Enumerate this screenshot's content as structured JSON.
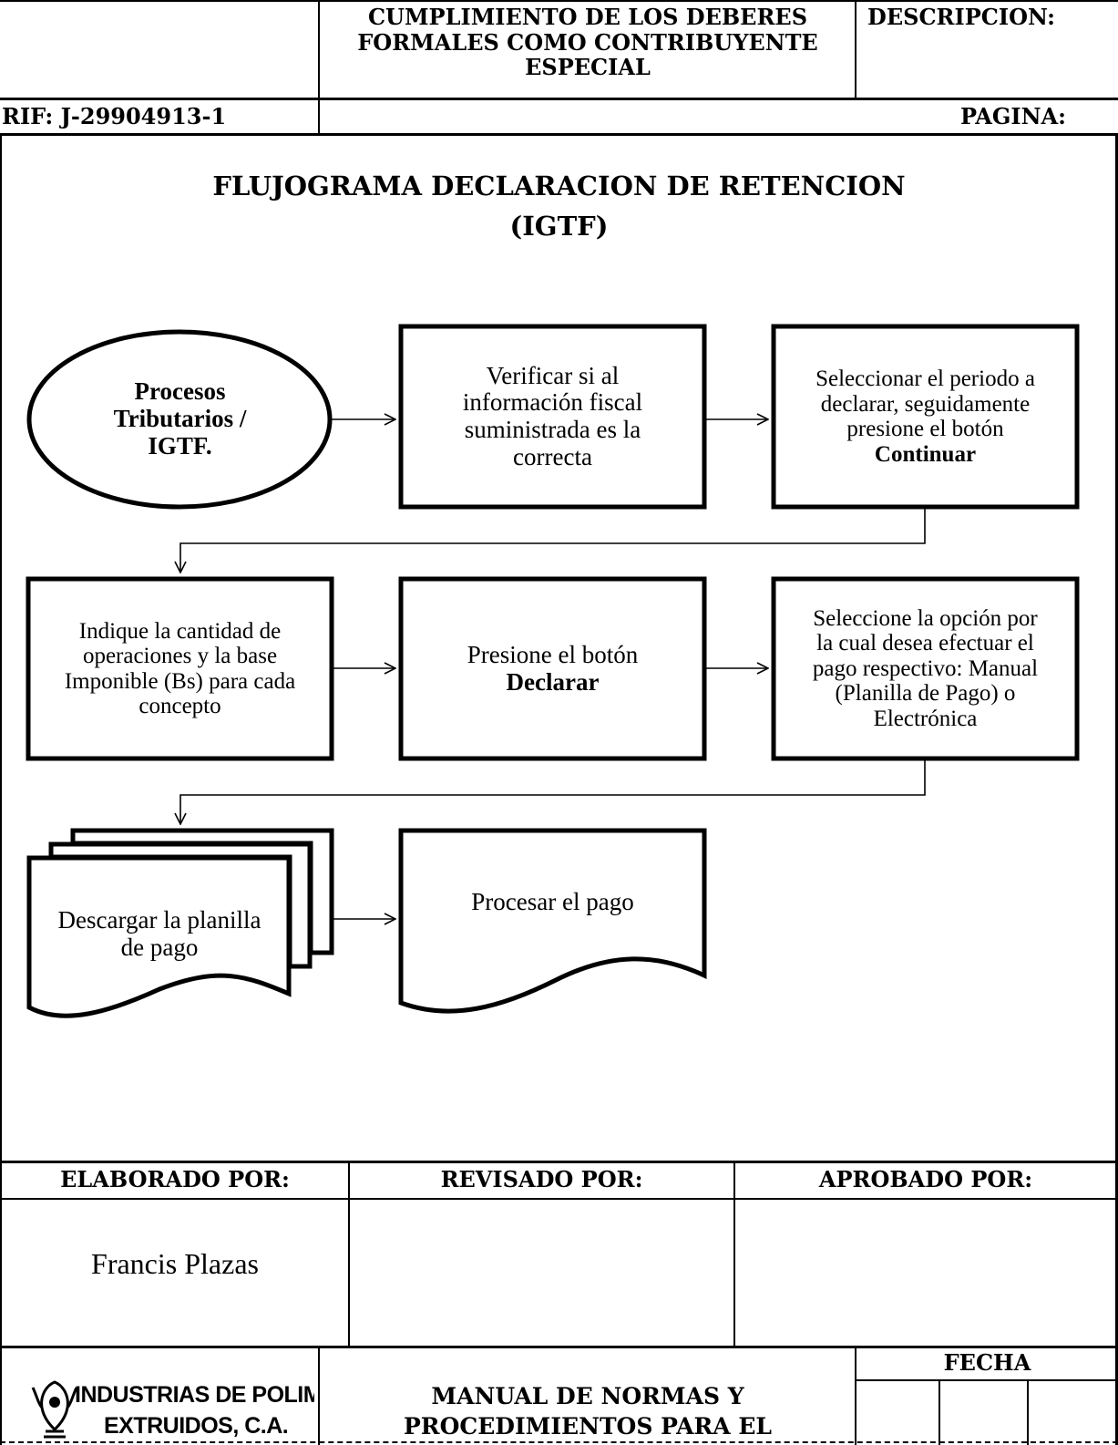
{
  "header": {
    "title_lines": [
      "CUMPLIMIENTO DE LOS DEBERES",
      "FORMALES COMO CONTRIBUYENTE",
      "ESPECIAL"
    ],
    "descripcion_label": "DESCRIPCION:",
    "rif": "RIF: J-29904913-1",
    "pagina_label": "PAGINA:"
  },
  "title": {
    "line1": "FLUJOGRAMA DECLARACION DE RETENCION",
    "line2": "(IGTF)"
  },
  "flow": {
    "start": [
      "Procesos",
      "Tributarios /",
      "IGTF."
    ],
    "step1": [
      "Verificar si al",
      "información fiscal",
      "suministrada es la",
      "correcta"
    ],
    "step2": [
      "Seleccionar el periodo a",
      "declarar, seguidamente",
      "presione el botón"
    ],
    "step2_bold": "Continuar",
    "step3": [
      "Indique la cantidad de",
      "operaciones y la base",
      "Imponible (Bs) para cada",
      "concepto"
    ],
    "step4": "Presione el botón",
    "step4_bold": "Declarar",
    "step5": [
      "Seleccione la opción por",
      "la cual desea efectuar el",
      "pago respectivo: Manual",
      "(Planilla de Pago) o",
      "Electrónica"
    ],
    "step6": [
      "Descargar la planilla",
      "de pago"
    ],
    "step7": "Procesar el pago"
  },
  "signatures": {
    "elaborado_label": "ELABORADO POR:",
    "revisado_label": "REVISADO POR:",
    "aprobado_label": "APROBADO POR:",
    "elaborado_name": "Francis Plazas"
  },
  "footer": {
    "logo_line1": "INDUSTRIAS DE POLIMEROS",
    "logo_line2": "EXTRUIDOS, C.A.",
    "manual_line1": "MANUAL DE NORMAS Y",
    "manual_line2": "PROCEDIMIENTOS PARA EL",
    "fecha_label": "FECHA"
  }
}
